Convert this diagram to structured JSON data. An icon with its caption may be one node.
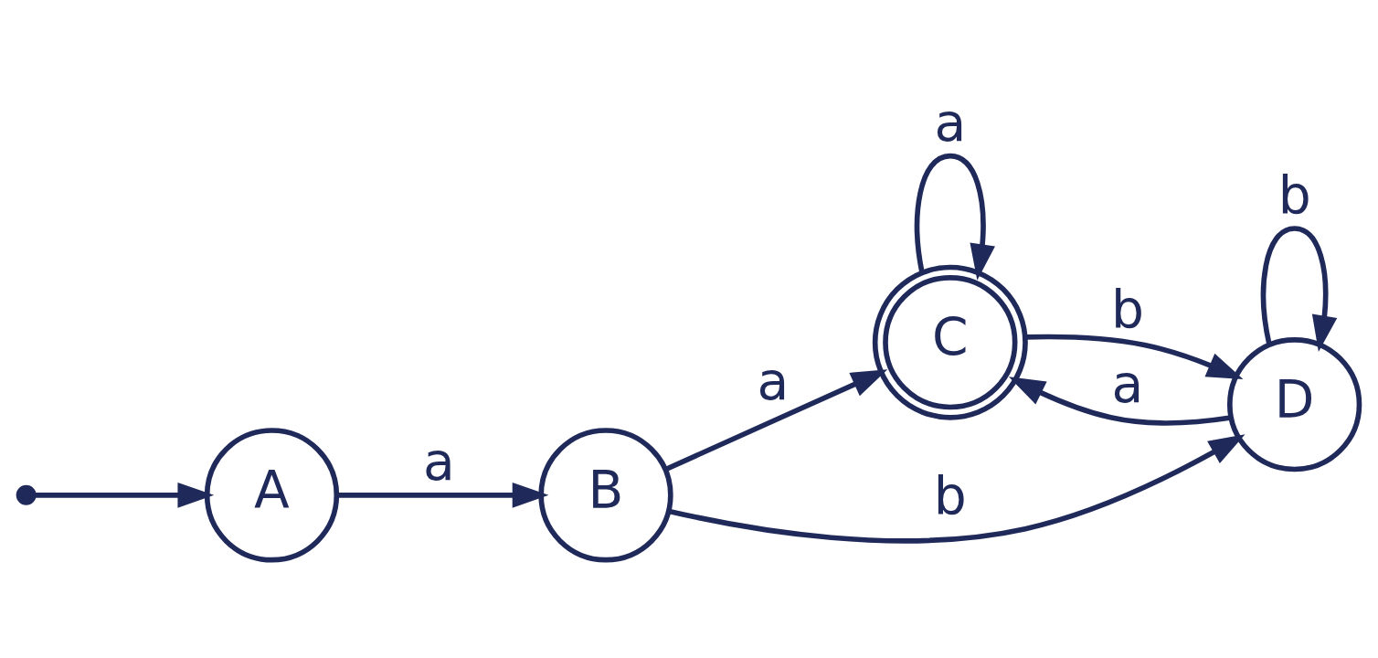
{
  "diagram": {
    "nodes": [
      {
        "text": [
          "A"
        ]
      },
      {
        "text": [
          "B"
        ]
      },
      {
        "text": [
          "C"
        ]
      },
      {
        "text": [
          "D"
        ]
      }
    ],
    "edges": [
      {
        "from": null,
        "to": 0,
        "arrow": "to"
      },
      {
        "from": 0,
        "to": 1,
        "arrow": "to",
        "label": "a"
      },
      {
        "from": 1,
        "to": 2,
        "arrow": "to",
        "label": "a"
      },
      {
        "from": 1,
        "to": 3,
        "arrow": "to",
        "label": "b"
      },
      {
        "from": 3,
        "to": 2,
        "arrow": "to",
        "label": "a"
      },
      {
        "from": 2,
        "to": 3,
        "arrow": "to",
        "label": "b"
      },
      {
        "from": 2,
        "to": 2,
        "arrow": "to",
        "label": "a"
      },
      {
        "from": 3,
        "to": 3,
        "arrow": "to",
        "label": "b"
      }
    ]
  }
}
